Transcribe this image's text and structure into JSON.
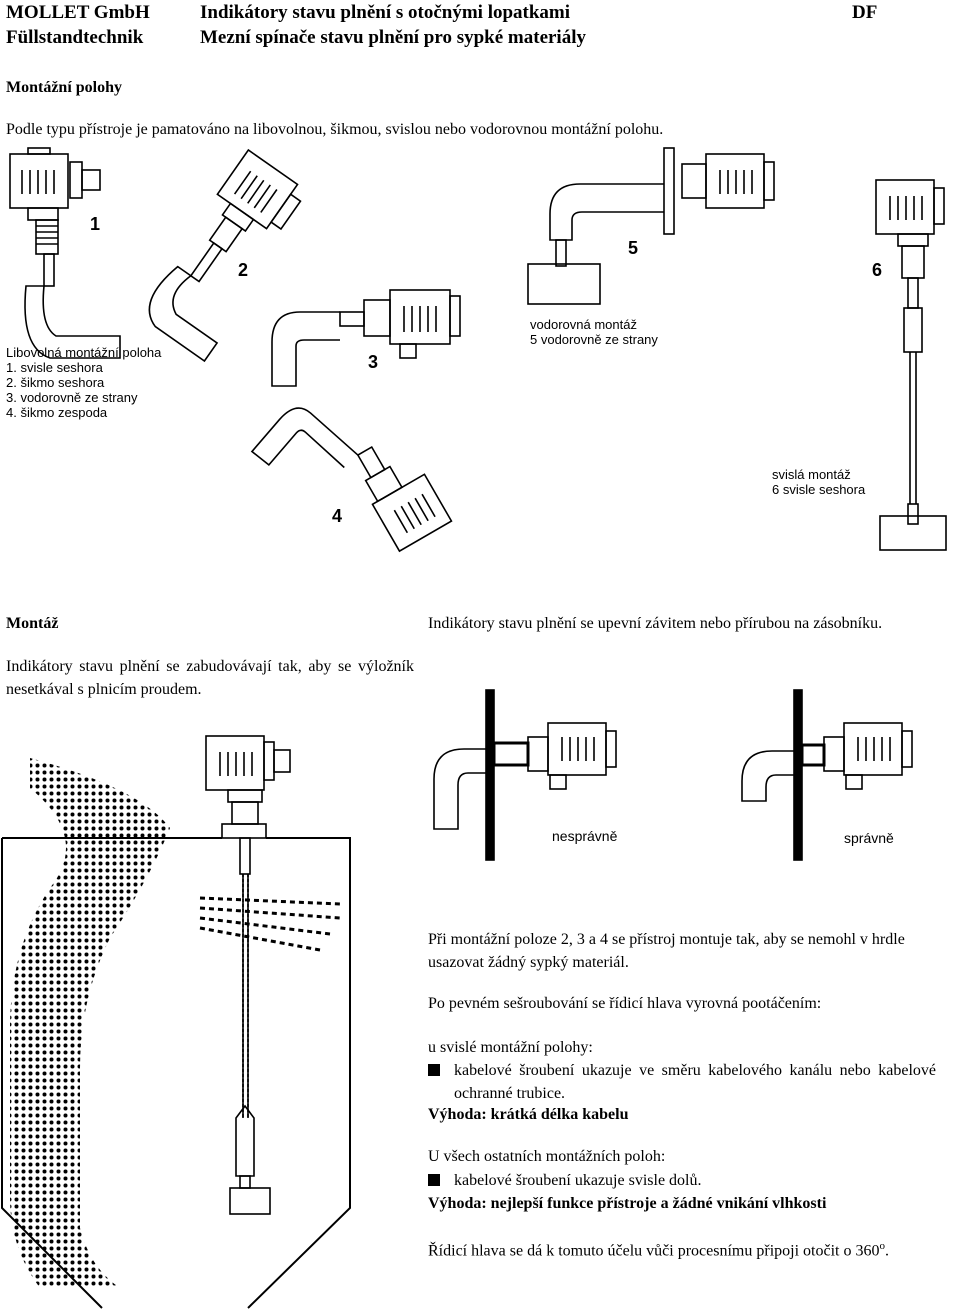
{
  "header": {
    "company": "MOLLET GmbH",
    "company_sub": "Füllstandtechnik",
    "title": "Indikátory stavu plnění s otočnými lopatkami",
    "subtitle": "Mezní spínače stavu plnění pro sypké materiály",
    "code": "DF"
  },
  "section1": {
    "heading": "Montážní polohy",
    "intro": "Podle typu přístroje je pamatováno na libovolnou, šikmou, svislou nebo vodorovnou montážní polohu."
  },
  "figure1": {
    "numbers": [
      "1",
      "2",
      "3",
      "4",
      "5",
      "6"
    ],
    "legend_left": [
      "Libovolná montážní poloha",
      "1. svisle seshora",
      "2. šikmo seshora",
      "3. vodorovně ze strany",
      "4. šikmo zespoda"
    ],
    "legend_horizontal": [
      "vodorovná montáž",
      "5 vodorovně ze strany"
    ],
    "legend_vertical": [
      "svislá montáž",
      "6  svisle seshora"
    ]
  },
  "section2": {
    "heading": "Montáž",
    "left_text": "Indikátory stavu plnění se zabudovávají tak, aby se výložník nesetkával s plnicím proudem.",
    "right_text": "Indikátory stavu plnění se upevní závitem nebo přírubou na zásobníku."
  },
  "figure2": {
    "wrong_label": "nesprávně",
    "right_label": "správně"
  },
  "instructions": {
    "p1": "Při montážní poloze 2, 3 a 4 se přístroj montuje tak, aby se nemohl v hrdle usazovat žádný sypký materiál.",
    "p2": "Po pevném sešroubování se řídicí hlava vyrovná pootáčením:",
    "vertical_heading": "u svislé montážní polohy:",
    "vertical_bullet": "kabelové šroubení ukazuje ve směru kabelového kanálu nebo kabelové ochranné trubice.",
    "vertical_benefit": "Výhoda: krátká délka kabelu",
    "other_heading": "U všech ostatních montážních poloh:",
    "other_bullet": "kabelové šroubení ukazuje svisle dolů.",
    "other_benefit": "Výhoda: nejlepší funkce přístroje a žádné vnikání vlhkosti",
    "rotate_text": "Řídicí hlava se dá k tomuto účelu vůči procesnímu připoji otočit o 360",
    "rotate_sup": "o",
    "rotate_end": "."
  }
}
